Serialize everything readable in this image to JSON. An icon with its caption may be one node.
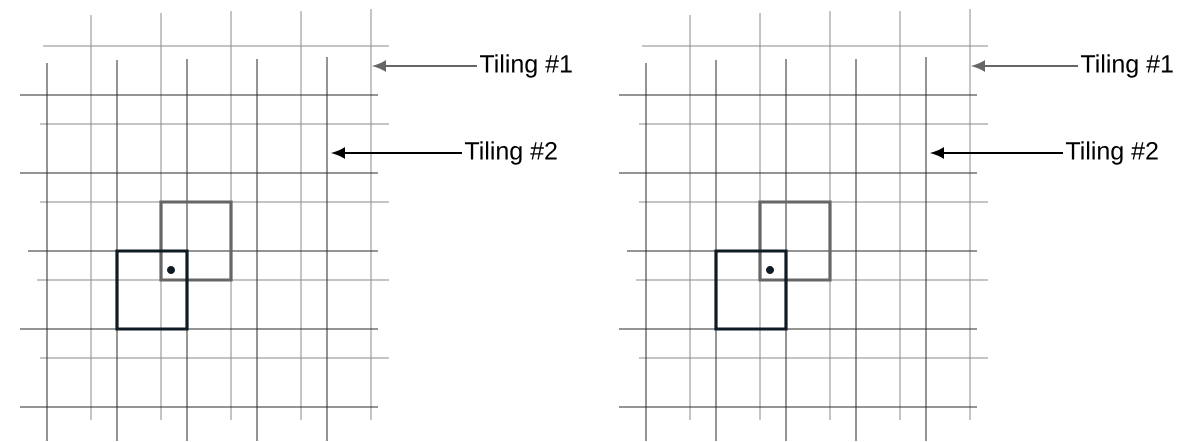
{
  "diagram": {
    "nodes": [
      {
        "text": [
          "Tiling #1"
        ]
      },
      {
        "text": [
          "Tiling #2"
        ]
      },
      {
        "text": [
          "Tiling #1"
        ]
      },
      {
        "text": [
          "Tiling #2"
        ]
      }
    ],
    "edges": [
      {
        "from": 0,
        "to": null,
        "arrow": "to",
        "color": "#666666"
      },
      {
        "from": 1,
        "to": null,
        "arrow": "to",
        "color": "#000000"
      },
      {
        "from": 2,
        "to": null,
        "arrow": "to",
        "color": "#666666"
      },
      {
        "from": 3,
        "to": null,
        "arrow": "to",
        "color": "#000000"
      }
    ]
  }
}
